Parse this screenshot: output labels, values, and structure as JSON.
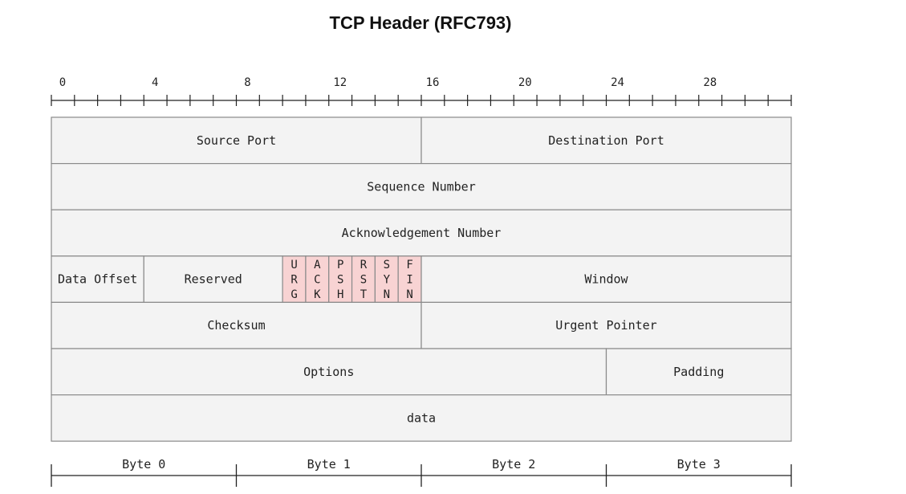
{
  "title": "TCP Header (RFC793)",
  "ruler": {
    "bits": 32,
    "labels": [
      "0",
      "4",
      "8",
      "12",
      "16",
      "20",
      "24",
      "28"
    ]
  },
  "colors": {
    "field_fill": "#f3f3f3",
    "field_stroke": "#8a8a8a",
    "flag_fill": "#f8d3d3",
    "flag_stroke": "#d65a5a",
    "line": "#222222"
  },
  "rows": [
    [
      {
        "name": "Source Port",
        "bits": 16
      },
      {
        "name": "Destination Port",
        "bits": 16
      }
    ],
    [
      {
        "name": "Sequence Number",
        "bits": 32
      }
    ],
    [
      {
        "name": "Acknowledgement Number",
        "bits": 32
      }
    ],
    [
      {
        "name": "Data Offset",
        "bits": 4
      },
      {
        "name": "Reserved",
        "bits": 6
      },
      {
        "name": "URG",
        "bits": 1,
        "flag": true
      },
      {
        "name": "ACK",
        "bits": 1,
        "flag": true
      },
      {
        "name": "PSH",
        "bits": 1,
        "flag": true
      },
      {
        "name": "RST",
        "bits": 1,
        "flag": true
      },
      {
        "name": "SYN",
        "bits": 1,
        "flag": true
      },
      {
        "name": "FIN",
        "bits": 1,
        "flag": true
      },
      {
        "name": "Window",
        "bits": 16
      }
    ],
    [
      {
        "name": "Checksum",
        "bits": 16
      },
      {
        "name": "Urgent Pointer",
        "bits": 16
      }
    ],
    [
      {
        "name": "Options",
        "bits": 24
      },
      {
        "name": "Padding",
        "bits": 8
      }
    ],
    [
      {
        "name": "data",
        "bits": 32
      }
    ]
  ],
  "bytes": [
    "Byte 0",
    "Byte 1",
    "Byte 2",
    "Byte 3"
  ]
}
